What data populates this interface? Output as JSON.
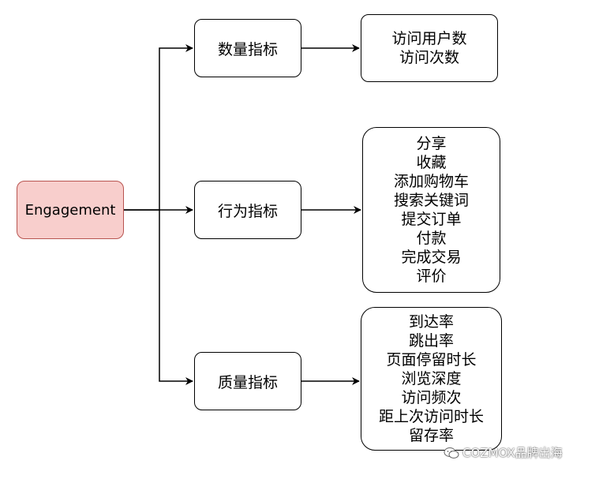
{
  "root": {
    "label": "Engagement"
  },
  "categories": [
    {
      "label": "数量指标",
      "items": [
        "访问用户数",
        "访问次数"
      ]
    },
    {
      "label": "行为指标",
      "items": [
        "分享",
        "收藏",
        "添加购物车",
        "搜索关键词",
        "提交订单",
        "付款",
        "完成交易",
        "评价"
      ]
    },
    {
      "label": "质量指标",
      "items": [
        "到达率",
        "跳出率",
        "页面停留时长",
        "浏览深度",
        "访问频次",
        "距上次访问时长",
        "留存率"
      ]
    }
  ],
  "colors": {
    "root_fill": "#f8cecc",
    "root_stroke": "#b85450",
    "line": "#000000"
  },
  "watermark": {
    "text": "COZMOX品牌出海",
    "icon": "wechat-icon"
  }
}
